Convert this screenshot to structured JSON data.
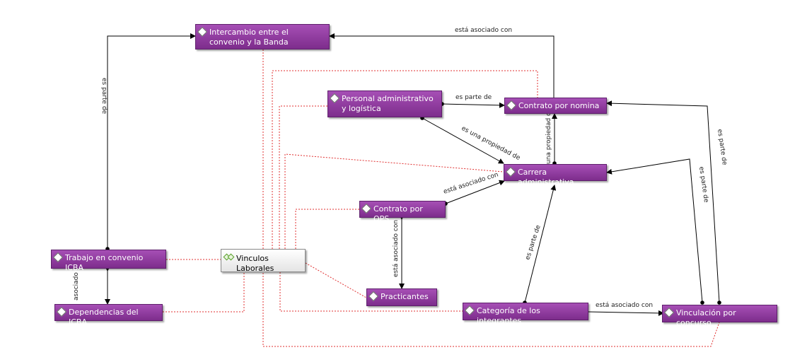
{
  "nodes": {
    "intercambio": "Intercambio entre el convenio y la Banda",
    "personal": "Personal administrativo y logística",
    "contrato_nomina": "Contrato por nomina",
    "carrera": "Carrera administrativa",
    "contrato_ops": "Contrato por OPS",
    "trabajo_icba": "Trabajo en convenio ICBA",
    "vinculos": "Vinculos Laborales",
    "dependencias": "Dependencias del ICBA",
    "practicantes": "Practicantes",
    "categoria": "Categoría de los integrantes",
    "vinculacion": "Vinculación por concurso"
  },
  "links": {
    "l1": "está asociado con",
    "l2": "es parte de",
    "l3": "es parte de",
    "l4": "es una propiedad de",
    "l5": "una propiedad d",
    "l6": "está asociado con",
    "l7": "está asociado con",
    "l8": "es parte de",
    "l9": "está asociado con",
    "l10": "es parte de",
    "l11": "es parte de",
    "l12": "asociado"
  },
  "colors": {
    "node": "#8e3aa0",
    "dotted": "#e03030",
    "arrow": "#000000"
  }
}
